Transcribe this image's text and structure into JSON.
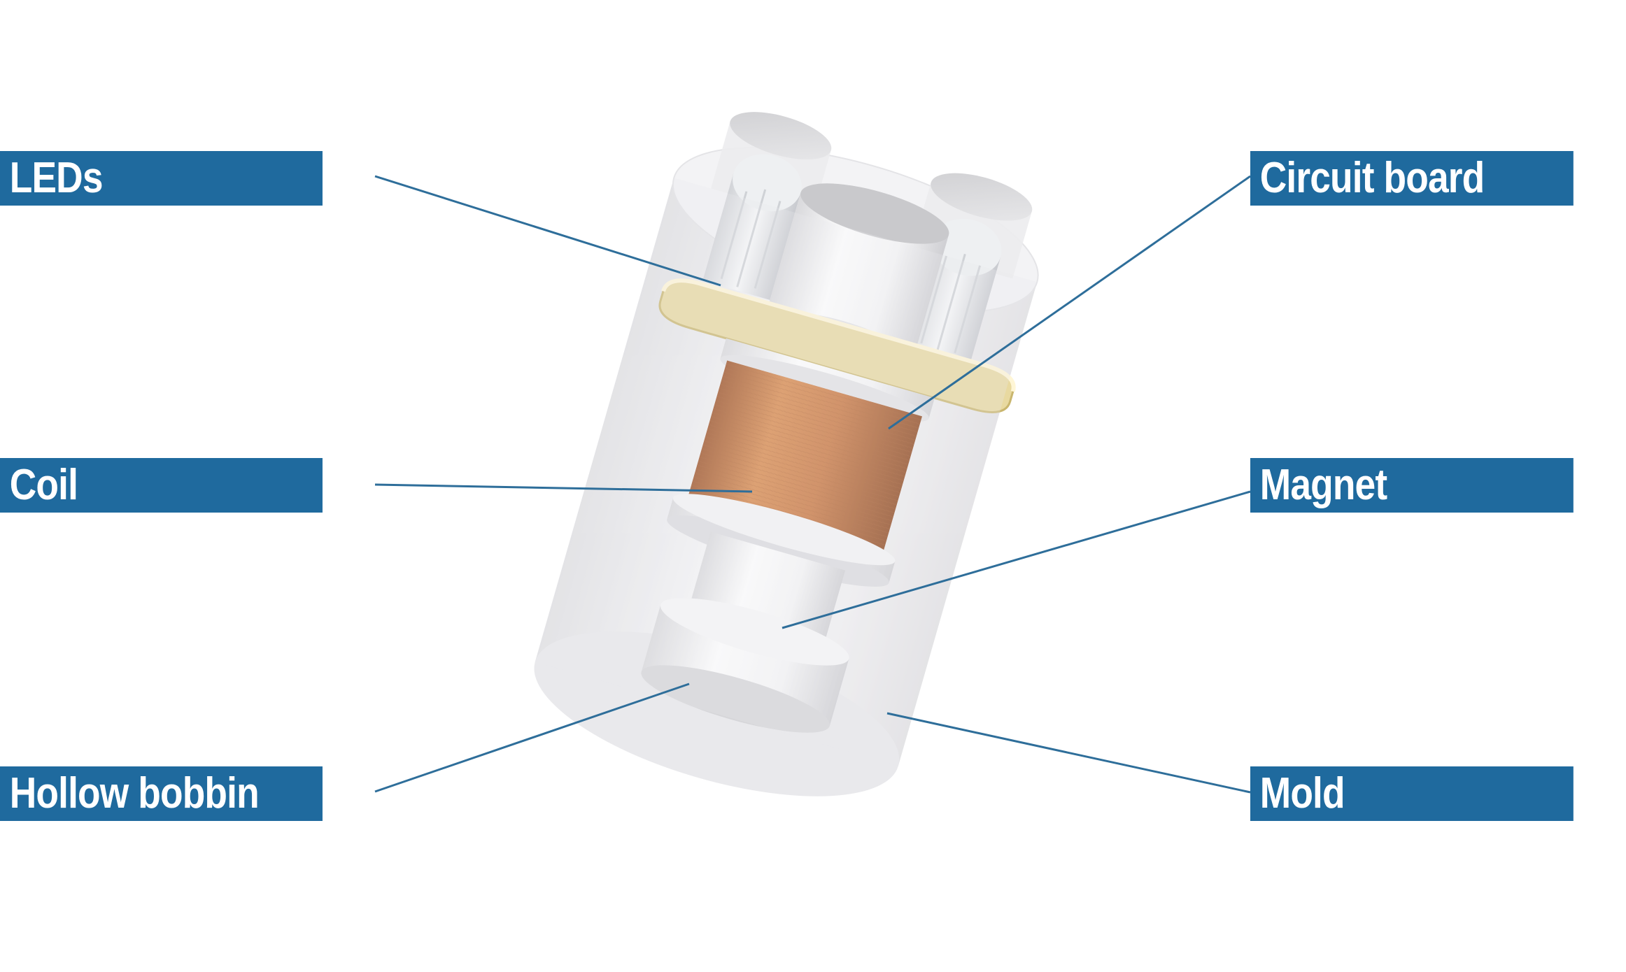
{
  "labels": {
    "leds": "LEDs",
    "coil": "Coil",
    "hollow_bobbin": "Hollow bobbin",
    "circuit_board": "Circuit board",
    "magnet": "Magnet",
    "mold": "Mold"
  },
  "colors": {
    "label_background": "#1f6a9e",
    "label_text": "#ffffff",
    "leader_line": "#2e6e9a",
    "coil": "#c8733a",
    "circuit_board": "#e8d9a0"
  }
}
